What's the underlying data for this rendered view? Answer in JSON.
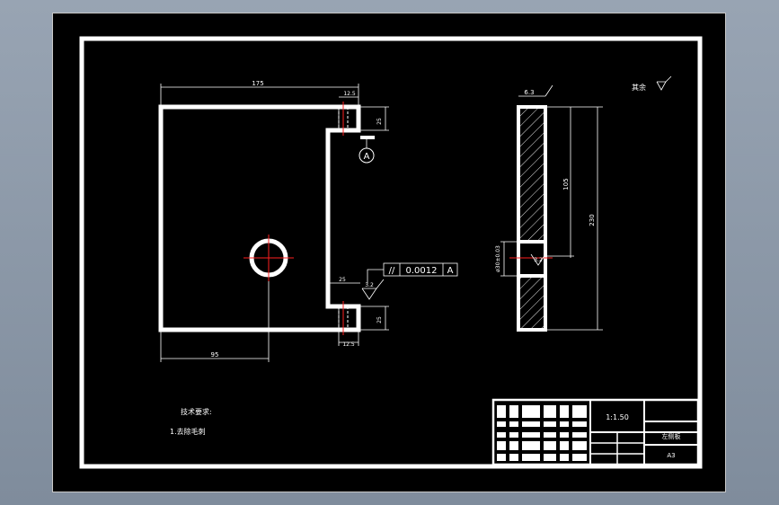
{
  "drawing": {
    "dimensions": {
      "top_width": "175",
      "slot_width_top": "12.5",
      "slot_depth_top": "25",
      "slot_width_bottom": "25",
      "slot_depth_bottom": "25",
      "bottom_slot_width": "12.5",
      "hole_offset": "95",
      "side_thickness": "6.3",
      "side_inner_height": "105",
      "side_height": "230",
      "hole_diameter": "ø30±0.03",
      "roughness_hole": "3.2",
      "roughness_slot": "3.2"
    },
    "datum_label": "A",
    "tolerance_frame": {
      "symbol": "//",
      "value": "0.0012",
      "datum": "A"
    },
    "surface_note": "其余",
    "tech_requirements": {
      "title": "技术要求:",
      "item1": "1.去除毛刺"
    },
    "title_block": {
      "part_code": "1:1.50",
      "part_name": "左侧板",
      "sheet": "A3"
    }
  },
  "colors": {
    "background": "#000000",
    "line": "#ffffff",
    "centerline": "#ff2020",
    "outer": "#8a96a6"
  }
}
